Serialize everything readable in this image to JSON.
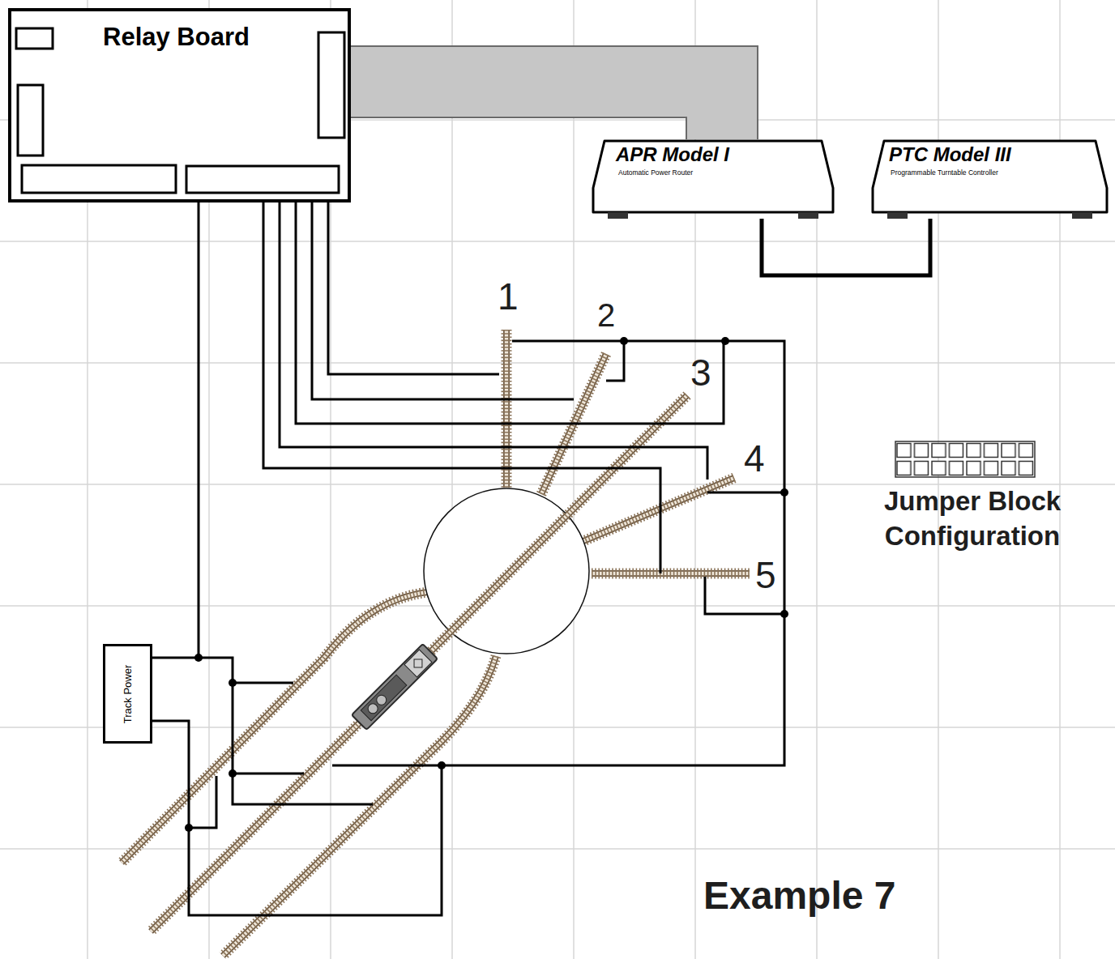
{
  "diagram": {
    "caption": "Example 7",
    "nodes": [
      {
        "text": [
          "Relay Board"
        ]
      },
      {
        "text": [
          "APR Model I",
          "Automatic Power Router"
        ]
      },
      {
        "text": [
          "PTC Model III",
          "Programmable Turntable Controller"
        ]
      },
      {
        "text": [
          "Track Power"
        ]
      }
    ],
    "edges": [
      {
        "from": 0,
        "to": 1,
        "arrow": "none"
      },
      {
        "from": 1,
        "to": 2,
        "arrow": "none"
      },
      {
        "from": 0,
        "to": 3,
        "arrow": "none"
      }
    ],
    "labels": [
      "1",
      "2",
      "3",
      "4",
      "5",
      "Jumper Block Configuration"
    ]
  }
}
